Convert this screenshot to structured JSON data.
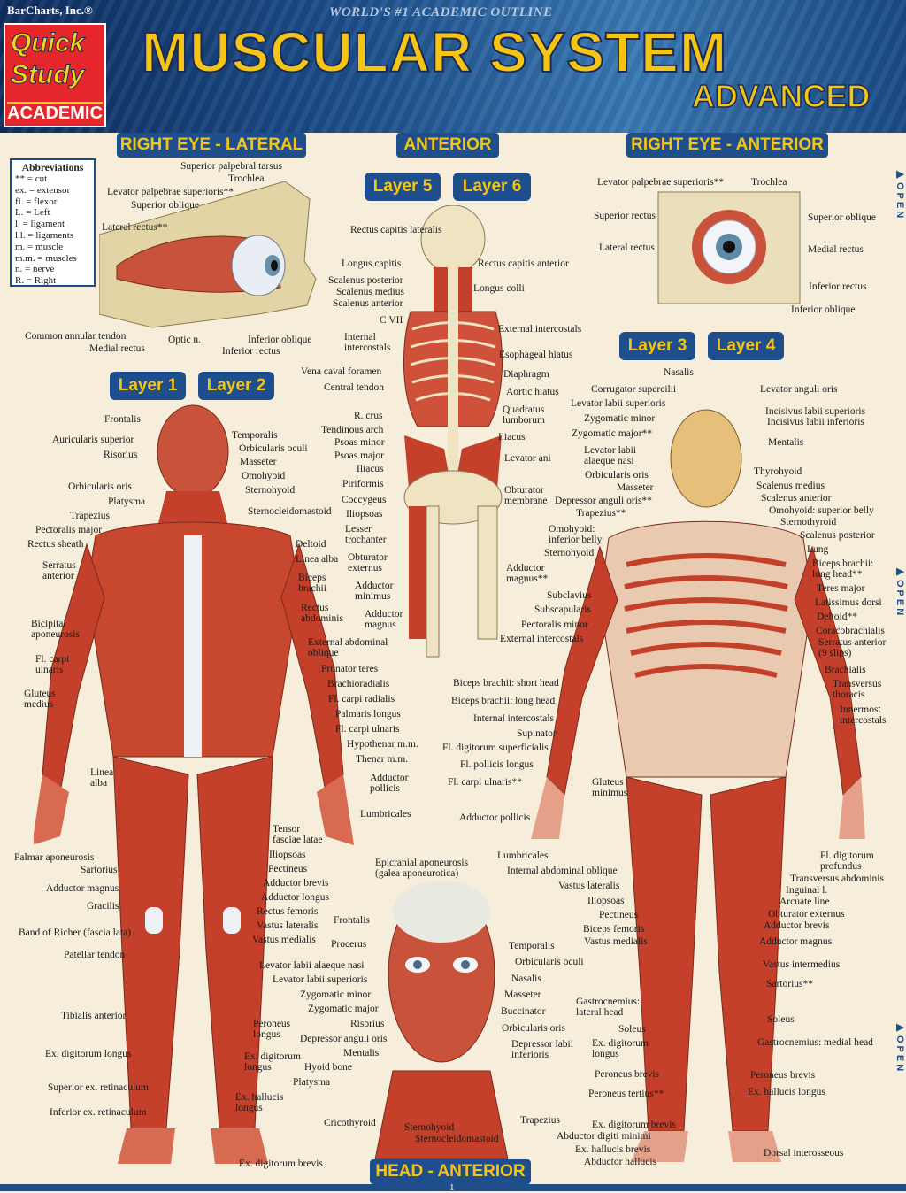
{
  "header": {
    "publisher": "BarCharts, Inc.®",
    "tagline": "WORLD'S #1 ACADEMIC OUTLINE",
    "logo_line1": "Quick",
    "logo_line2": "Study",
    "logo_academic": "ACADEMIC",
    "title": "MUSCULAR SYSTEM",
    "subtitle": "ADVANCED"
  },
  "sections": {
    "right_eye_lateral": "RIGHT EYE - LATERAL",
    "anterior": "ANTERIOR",
    "right_eye_anterior": "RIGHT EYE - ANTERIOR",
    "head_anterior": "HEAD - ANTERIOR",
    "layer1": "Layer 1",
    "layer2": "Layer 2",
    "layer3": "Layer 3",
    "layer4": "Layer 4",
    "layer5": "Layer 5",
    "layer6": "Layer 6"
  },
  "abbreviations": {
    "title": "Abbreviations",
    "items": [
      "** = cut",
      "ex. = extensor",
      "fl. = flexor",
      "L. = Left",
      "l. = ligament",
      "l.l. = ligaments",
      "m. = muscle",
      "m.m. = muscles",
      "n. = nerve",
      "R. = Right"
    ]
  },
  "open_tab": "OPEN",
  "page_number": "1",
  "labels": {
    "eye_lat": [
      "Superior palpebral tarsus",
      "Trochlea",
      "Levator palpebrae superioris**",
      "Superior oblique",
      "Lateral rectus**",
      "Common annular tendon",
      "Medial rectus",
      "Optic n.",
      "Inferior oblique",
      "Inferior rectus"
    ],
    "eye_ant": [
      "Levator palpebrae superioris**",
      "Trochlea",
      "Superior rectus",
      "Superior oblique",
      "Lateral rectus",
      "Medial rectus",
      "Inferior rectus",
      "Inferior oblique"
    ],
    "layer56": [
      "Rectus capitis lateralis",
      "Rectus capitis anterior",
      "Longus capitis",
      "Longus colli",
      "Scalenus posterior",
      "Scalenus medius",
      "Scalenus anterior",
      "C VII",
      "External intercostals",
      "Internal intercostals",
      "Esophageal hiatus",
      "Vena caval foramen",
      "Diaphragm",
      "Central tendon",
      "Aortic hiatus",
      "R. crus",
      "Quadratus lumborum",
      "Tendinous arch",
      "Psoas minor",
      "Iliacus",
      "Psoas major",
      "Levator ani",
      "Iliacus",
      "Piriformis",
      "Obturator membrane",
      "Coccygeus",
      "Iliopsoas",
      "Lesser trochanter",
      "Obturator externus",
      "Adductor magnus**",
      "Adductor minimus",
      "Adductor magnus"
    ],
    "layer12_left": [
      "Frontalis",
      "Auricularis superior",
      "Risorius",
      "Orbicularis oris",
      "Platysma",
      "Trapezius",
      "Pectoralis major",
      "Rectus sheath",
      "Serratus anterior",
      "Bicipital aponeurosis",
      "Fl. carpi ulnaris",
      "Gluteus medius",
      "Linea alba",
      "Palmar aponeurosis",
      "Sartorius",
      "Adductor magnus",
      "Gracilis",
      "Band of Richer (fascia lata)",
      "Patellar tendon",
      "Tibialis anterior",
      "Ex. digitorum longus",
      "Superior ex. retinaculum",
      "Inferior ex. retinaculum"
    ],
    "layer12_right": [
      "Temporalis",
      "Orbicularis oculi",
      "Masseter",
      "Omohyoid",
      "Sternohyoid",
      "Sternocleidomastoid",
      "Deltoid",
      "Linea alba",
      "Biceps brachii",
      "Rectus abdominis",
      "External abdominal oblique",
      "Pronator teres",
      "Brachioradialis",
      "Fl. carpi radialis",
      "Palmaris longus",
      "Fl. carpi ulnaris",
      "Hypothenar m.m.",
      "Thenar m.m.",
      "Adductor pollicis",
      "Lumbricales",
      "Tensor fasciae latae",
      "Iliopsoas",
      "Pectineus",
      "Adductor brevis",
      "Adductor longus",
      "Rectus femoris",
      "Vastus lateralis",
      "Vastus medialis",
      "Peroneus longus",
      "Ex. digitorum longus",
      "Ex. hallucis longus",
      "Ex. digitorum brevis"
    ],
    "head_left": [
      "Epicranial aponeurosis (galea aponeurotica)",
      "Frontalis",
      "Procerus",
      "Levator labii alaeque nasi",
      "Levator labii superioris",
      "Zygomatic minor",
      "Zygomatic major",
      "Risorius",
      "Depressor anguli oris",
      "Mentalis",
      "Hyoid bone",
      "Platysma",
      "Cricothyroid"
    ],
    "head_right": [
      "Temporalis",
      "Orbicularis oculi",
      "Nasalis",
      "Masseter",
      "Buccinator",
      "Orbicularis oris",
      "Depressor labii inferioris",
      "Trapezius",
      "Sternohyoid",
      "Sternocleidomastoid"
    ],
    "layer34_left": [
      "Nasalis",
      "Corrugator supercilii",
      "Levator labii superioris",
      "Zygomatic minor",
      "Zygomatic major**",
      "Levator labii alaeque nasi",
      "Orbicularis oris",
      "Masseter",
      "Depressor anguli oris**",
      "Trapezius**",
      "Omohyoid: inferior belly",
      "Sternohyoid",
      "Subclavius",
      "Subscapularis",
      "Pectoralis minor",
      "External intercostals",
      "Biceps brachii: short head",
      "Biceps brachii: long head",
      "Internal intercostals",
      "Supinator",
      "Fl. digitorum superficialis",
      "Fl. pollicis longus",
      "Fl. carpi ulnaris**",
      "Gluteus minimus",
      "Adductor pollicis",
      "Lumbricales",
      "Internal abdominal oblique",
      "Vastus lateralis",
      "Iliopsoas",
      "Pectineus",
      "Biceps femoris",
      "Vastus medialis",
      "Gastrocnemius: lateral head",
      "Soleus",
      "Ex. digitorum longus",
      "Peroneus brevis",
      "Peroneus tertius**",
      "Ex. digitorum brevis",
      "Abductor digiti minimi",
      "Ex. hallucis brevis",
      "Abductor hallucis"
    ],
    "layer34_right": [
      "Levator anguli oris",
      "Incisivus labii superioris",
      "Incisivus labii inferioris",
      "Mentalis",
      "Thyrohyoid",
      "Scalenus medius",
      "Scalenus anterior",
      "Omohyoid: superior belly",
      "Sternothyroid",
      "Scalenus posterior",
      "Lung",
      "Biceps brachii: long head**",
      "Teres major",
      "Latissimus dorsi",
      "Deltoid**",
      "Coracobrachialis",
      "Serratus anterior (9 slips)",
      "Brachialis",
      "Transversus thoracis",
      "Innermost intercostals",
      "Fl. digitorum profundus",
      "Transversus abdominis",
      "Inguinal l.",
      "Arcuate line",
      "Obturator externus",
      "Adductor brevis",
      "Adductor magnus",
      "Vastus intermedius",
      "Sartorius**",
      "Soleus",
      "Gastrocnemius: medial head",
      "Peroneus brevis",
      "Ex. hallucis longus",
      "Dorsal interosseous"
    ]
  },
  "colors": {
    "header_blue": "#1f4e8c",
    "title_yellow": "#f5c515",
    "logo_red": "#e5262b",
    "muscle_red": "#c4402a",
    "tendon_white": "#eef2f6",
    "bone": "#efe3c2",
    "background": "#f6eedb"
  }
}
